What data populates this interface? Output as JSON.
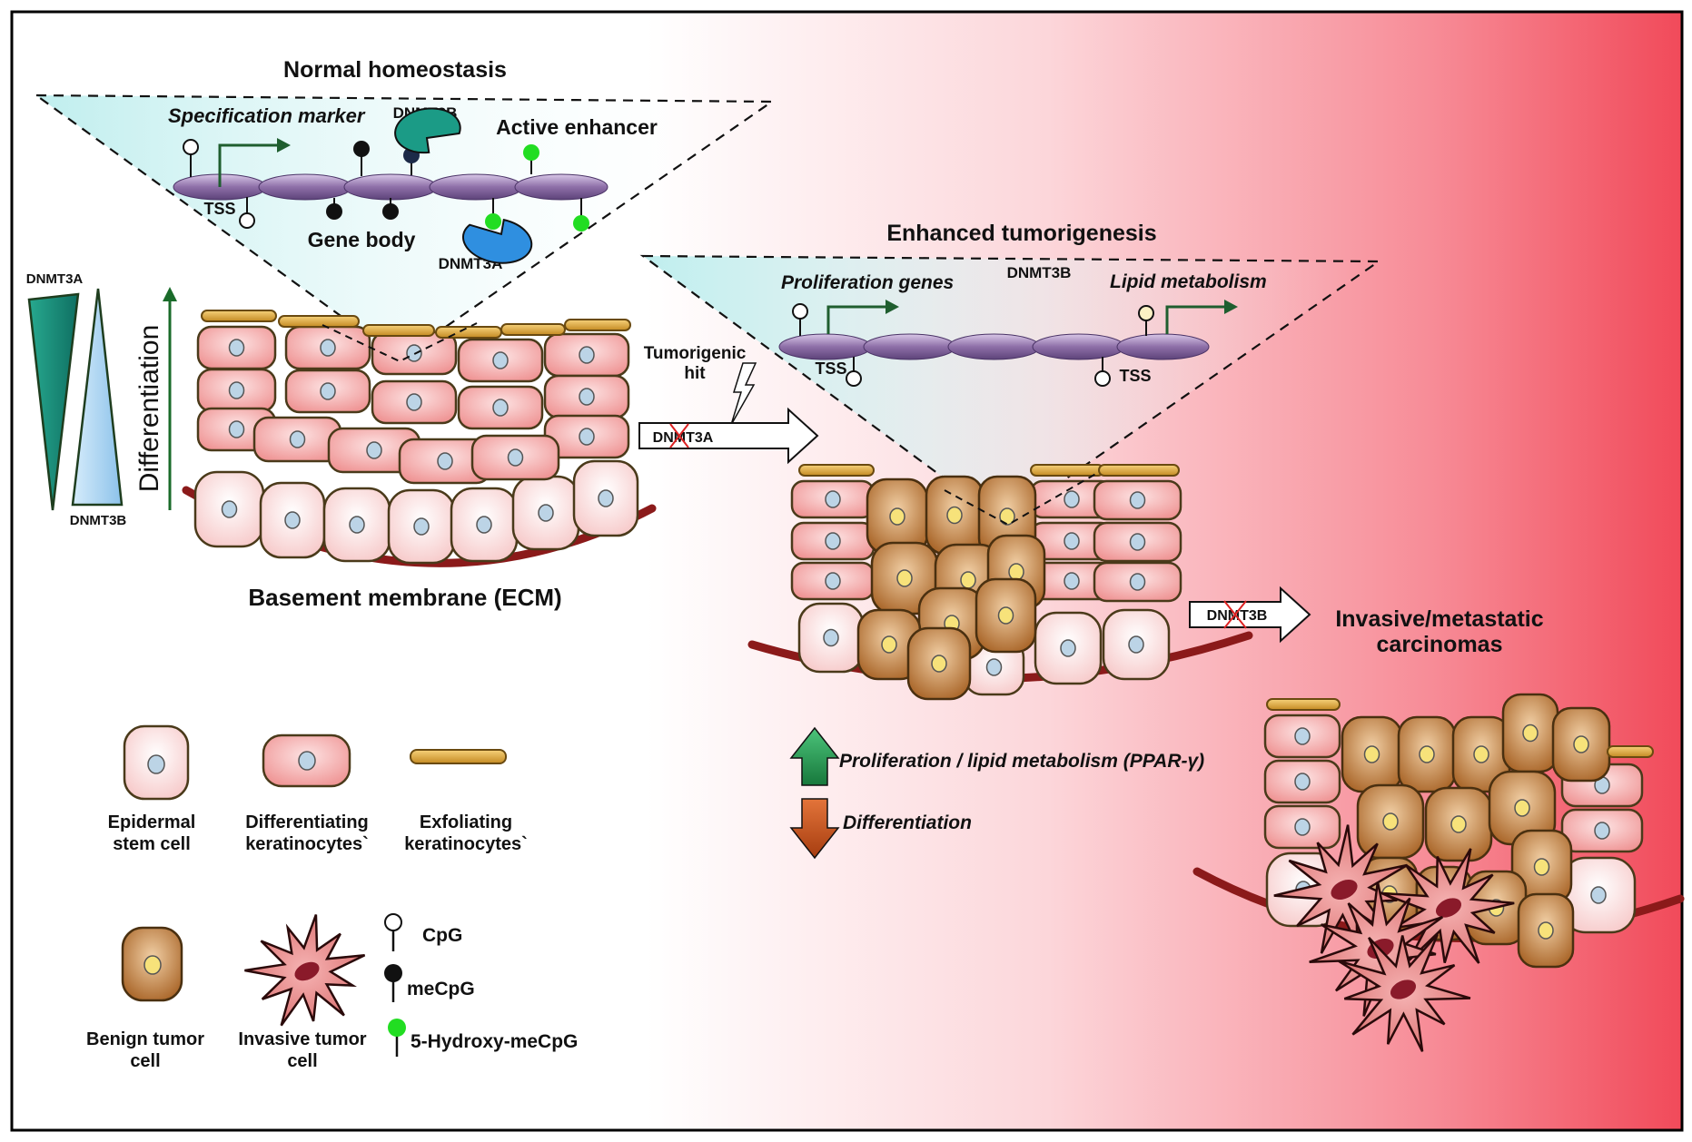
{
  "normal": {
    "title": "Normal homeostasis",
    "specification_marker": "Specification marker",
    "dnmt3b": "DNMT3B",
    "active_enhancer": "Active enhancer",
    "tss": "TSS",
    "gene_body": "Gene body",
    "dnmt3a": "DNMT3A"
  },
  "gradient": {
    "dnmt3a": "DNMT3A",
    "dnmt3b": "DNMT3B",
    "differentiation": "Differentiation"
  },
  "basement_membrane": "Basement membrane (ECM)",
  "tumorigenic_hit": [
    "Tumorigenic",
    "hit"
  ],
  "dnmt3a_arrow": "DNMT3A",
  "enhanced": {
    "title": "Enhanced tumorigenesis",
    "dnmt3b": "DNMT3B",
    "proliferation_genes": "Proliferation genes",
    "lipid_metabolism": "Lipid metabolism",
    "tss_left": "TSS",
    "tss_right": "TSS"
  },
  "dnmt3b_arrow": "DNMT3B",
  "invasive": [
    "Invasive/metastatic",
    "carcinomas"
  ],
  "effects": {
    "up": "Proliferation / lipid metabolism (PPAR-γ)",
    "down": "Differentiation"
  },
  "legend": {
    "stem": [
      "Epidermal",
      "stem cell"
    ],
    "diff": [
      "Differentiating",
      "keratinocytes`"
    ],
    "exfo": [
      "Exfoliating",
      "keratinocytes`"
    ],
    "benign": [
      "Benign tumor",
      "cell"
    ],
    "invasive": [
      "Invasive tumor",
      "cell"
    ],
    "cpg": "CpG",
    "mecpg": "meCpG",
    "hmecpg": "5-Hydroxy-meCpG"
  },
  "colors": {
    "stem_fill": "#fbe0e0",
    "diff_fill": "#f5a8a8",
    "benign_fill": "#b5702d",
    "exfo_fill": "#e3a634",
    "nucleus_stem": "#bcd4e6",
    "nucleus_tumor": "#f7e27a",
    "membrane": "#8b1a1a",
    "chromatin": "#8e6fa8",
    "teal": "#1b9b86",
    "blue": "#2f8fe0",
    "green_dot": "#22dd22",
    "arrow_up": "#1e8f4a",
    "arrow_down": "#c85418",
    "bg_right": "#f14a5a"
  }
}
